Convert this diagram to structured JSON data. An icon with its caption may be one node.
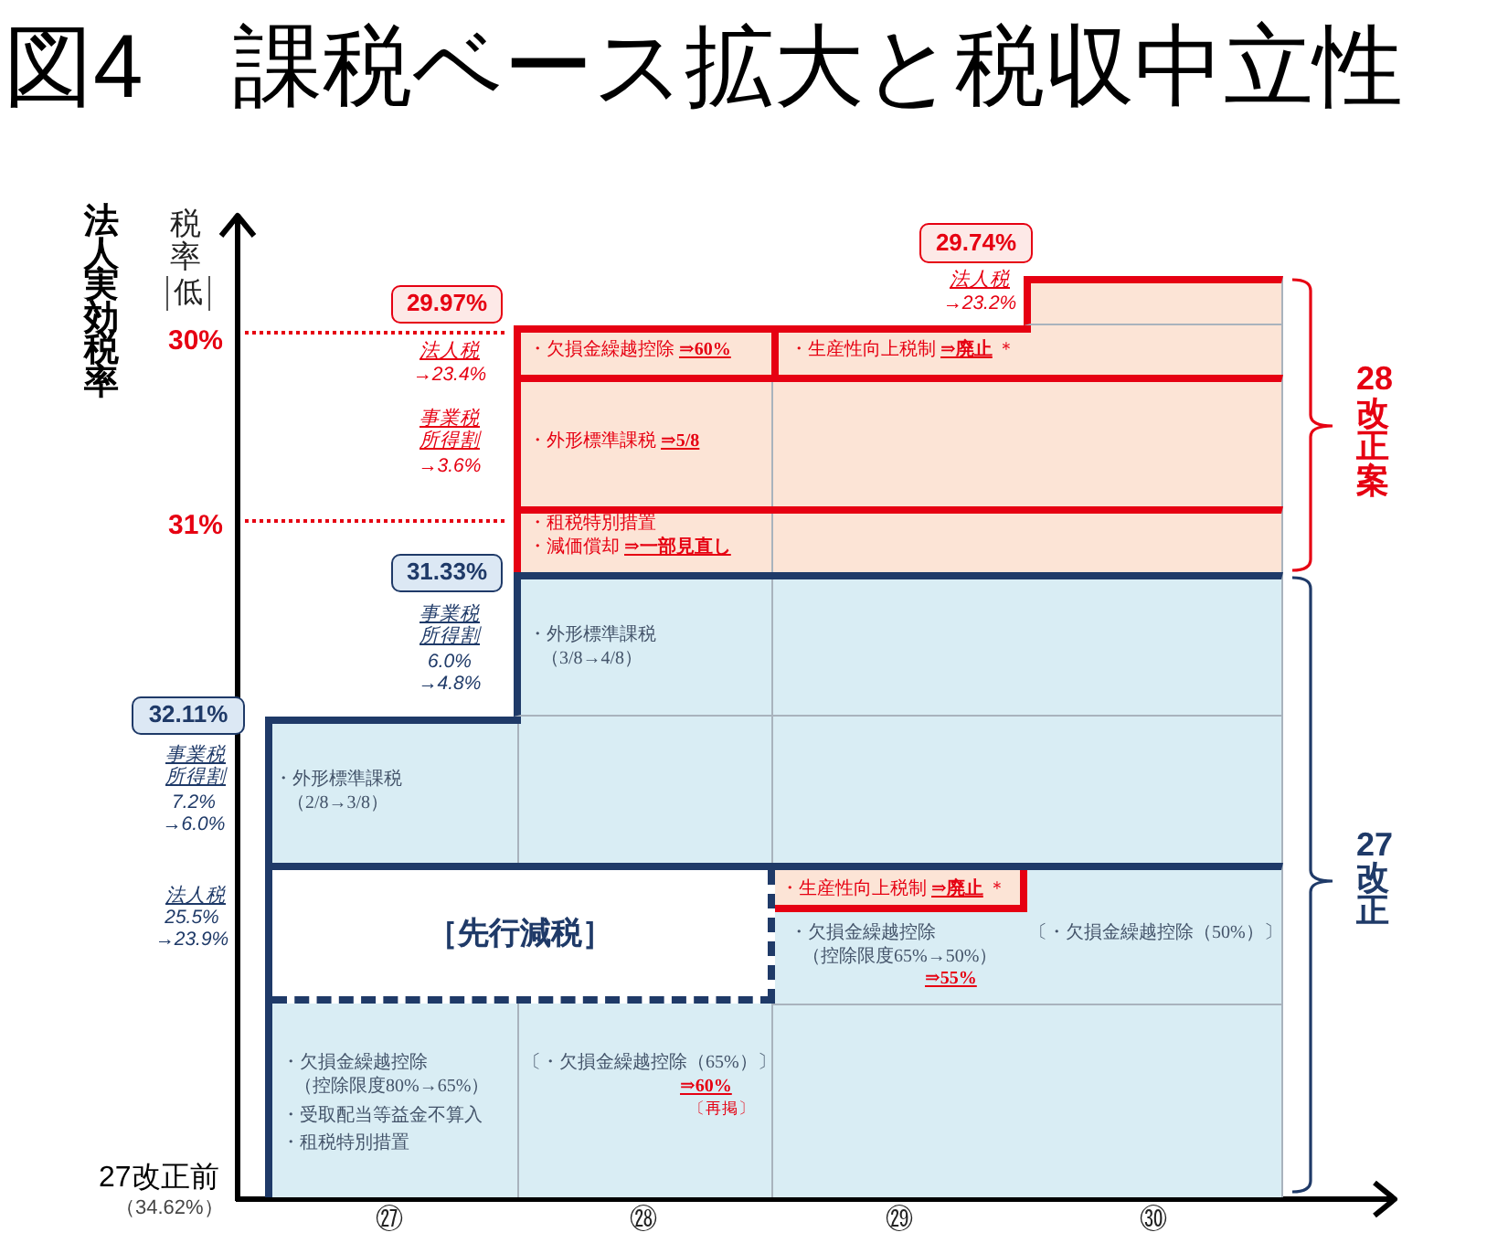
{
  "diagram": {
    "title": "図4　課税ベース拡大と税収中立性",
    "nodes": [
      {
        "text": [
          "29.74%"
        ]
      },
      {
        "text": [
          "29.97%"
        ]
      },
      {
        "text": [],
        "shape": "box"
      },
      {
        "text": [
          "・欠損金繰越控除 **⇒60%**"
        ]
      },
      {
        "text": [
          "・生産性向上税制 **⇒廃止** ＊"
        ]
      },
      {
        "text": [
          "・外形標準課税 **⇒5/8**"
        ]
      },
      {
        "text": [
          "・租税特別措置",
          "・減価償却 **⇒一部見直し**"
        ]
      },
      {
        "text": [
          "31.33%"
        ]
      },
      {
        "text": [
          "・外形標準課税（3/8→4/8）"
        ]
      },
      {
        "text": [
          "32.11%"
        ]
      },
      {
        "text": [
          "・外形標準課税（2/8→3/8）"
        ]
      },
      {
        "text": [
          "・欠損金繰越控除（控除限度65%→50%）",
          "⇒55%",
          "〔・欠損金繰越控除（50%）〕",
          "・欠損金繰越控除（控除限度80%→65%）",
          "・受取配当等益金不算入",
          "・租税特別措置",
          "〔・欠損金繰越控除（65%）〕",
          "⇒60%",
          "〔再掲〕"
        ]
      },
      {
        "text": [
          "［先行減税］"
        ],
        "in": 11
      },
      {
        "text": [
          "・生産性向上税制 **⇒廃止** ＊"
        ],
        "in": 11
      }
    ],
    "labels": [
      "法人実効税率",
      "税率",
      "低",
      "30%",
      "31%",
      "法人税",
      "→23.2%",
      "法人税",
      "→23.4%",
      "事業税所得割",
      "→3.6%",
      "事業税所得割",
      "6.0% →4.8%",
      "事業税所得割",
      "7.2% →6.0%",
      "法人税",
      "25.5% →23.9%",
      "28改正案",
      "27改正",
      "27改正前",
      "（34.62%）",
      "㉗",
      "㉘",
      "㉙",
      "㉚"
    ]
  }
}
